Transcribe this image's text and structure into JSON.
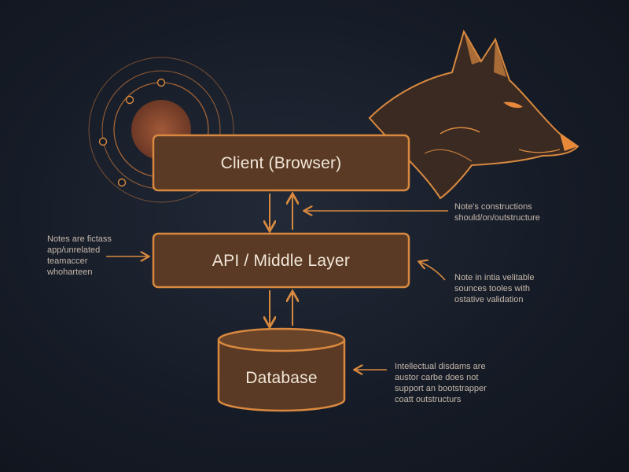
{
  "colors": {
    "background": "#161c27",
    "accent": "#e8893a",
    "box_fill": "#5a3a24",
    "box_stroke": "#d9893f",
    "text": "#f1e6d8"
  },
  "icons": {
    "fox": "fox-head-icon",
    "orbit": "orbit-rings-icon"
  },
  "nodes": {
    "client": "Client (Browser)",
    "api": "API / Middle Layer",
    "database": "Database"
  },
  "notes": {
    "client_note": "Note's constructions\nshould/on/outstructure",
    "left_note": "Notes are fictass\napp/unrelated\nteamaccer\nwhoharteen",
    "api_note": "Note in intia velitable\nsounces tooles with\nostative validation",
    "db_note": "Intellectual disdams are\naustor carbe does not\nsupport an bootstrapper\ncoatt outstructurs"
  }
}
